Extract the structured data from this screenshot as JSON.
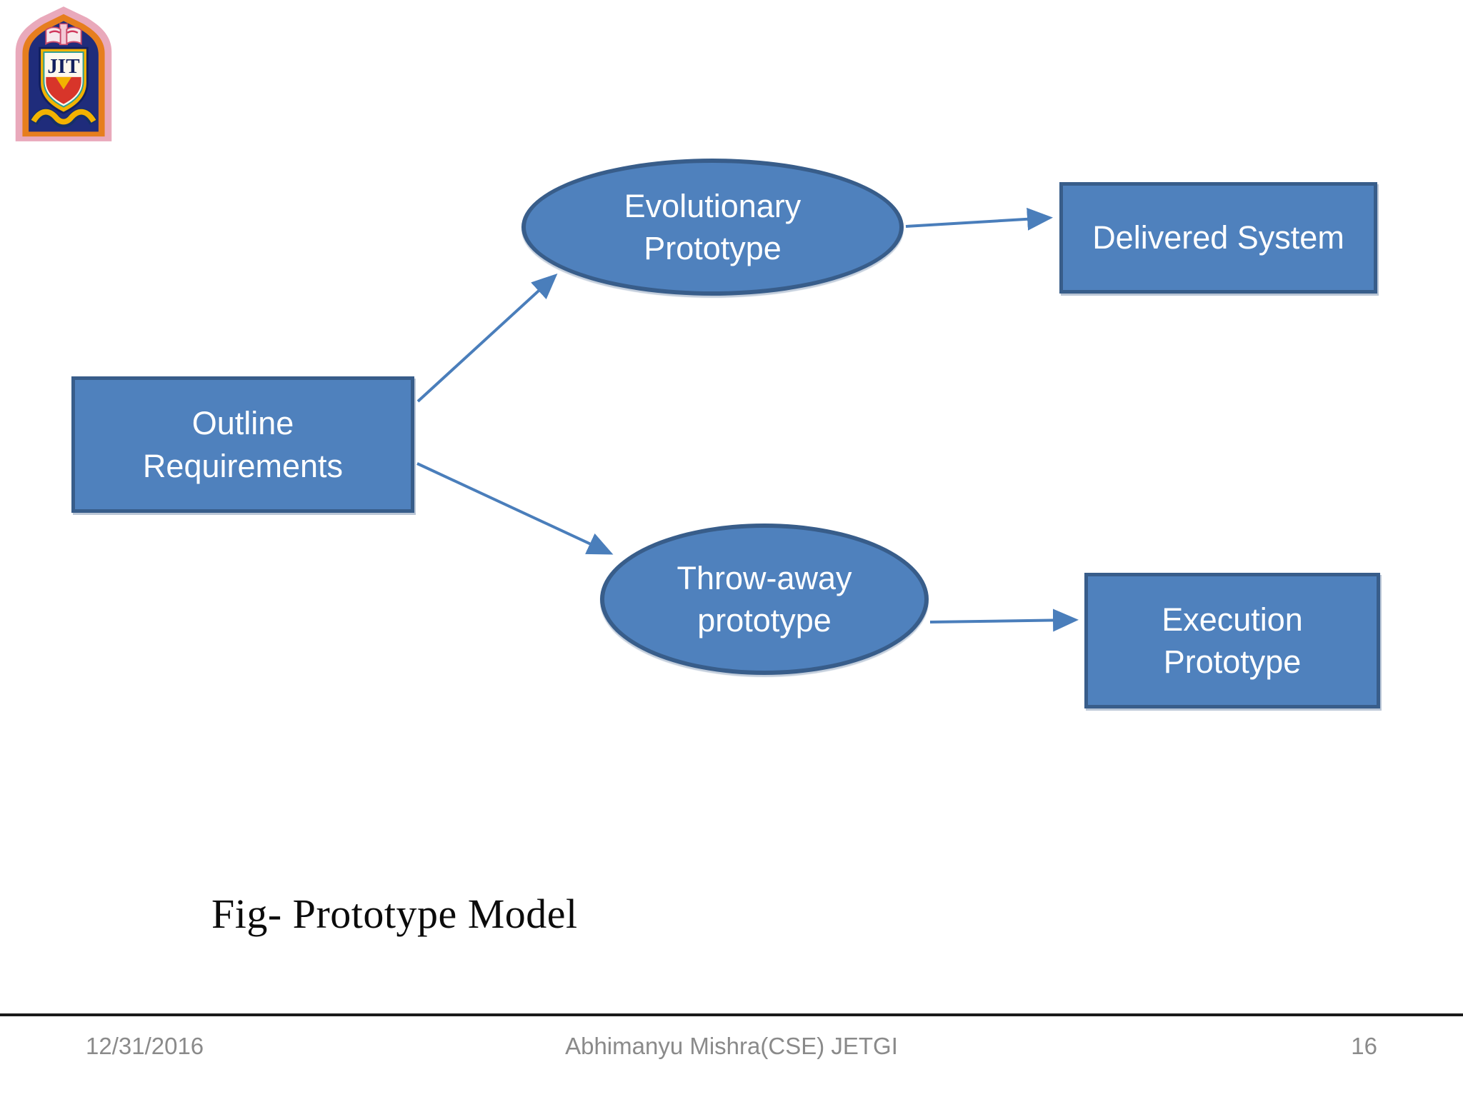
{
  "slide": {
    "caption": "Fig- Prototype Model",
    "logo": {
      "icon": "institution-crest-icon",
      "monogram": "JIT"
    },
    "diagram": {
      "type": "flowchart",
      "colors": {
        "node_fill": "#4F81BD",
        "node_border": "#385D8A",
        "arrow": "#4A7EBB",
        "node_text": "#FFFFFF"
      },
      "nodes": {
        "outline": {
          "shape": "rectangle",
          "line1": "Outline",
          "line2": "Requirements"
        },
        "evolutionary": {
          "shape": "ellipse",
          "line1": "Evolutionary",
          "line2": "Prototype"
        },
        "delivered": {
          "shape": "rectangle",
          "line1": "Delivered System"
        },
        "throwaway": {
          "shape": "ellipse",
          "line1": "Throw-away",
          "line2": "prototype"
        },
        "execution": {
          "shape": "rectangle",
          "line1": "Execution",
          "line2": "Prototype"
        }
      },
      "edges": [
        {
          "from": "Outline Requirements",
          "to": "Evolutionary Prototype"
        },
        {
          "from": "Evolutionary Prototype",
          "to": "Delivered System"
        },
        {
          "from": "Outline Requirements",
          "to": "Throw-away prototype"
        },
        {
          "from": "Throw-away prototype",
          "to": "Execution Prototype"
        }
      ]
    },
    "footer": {
      "date": "12/31/2016",
      "author": "Abhimanyu Mishra(CSE) JETGI",
      "page": "16"
    }
  }
}
